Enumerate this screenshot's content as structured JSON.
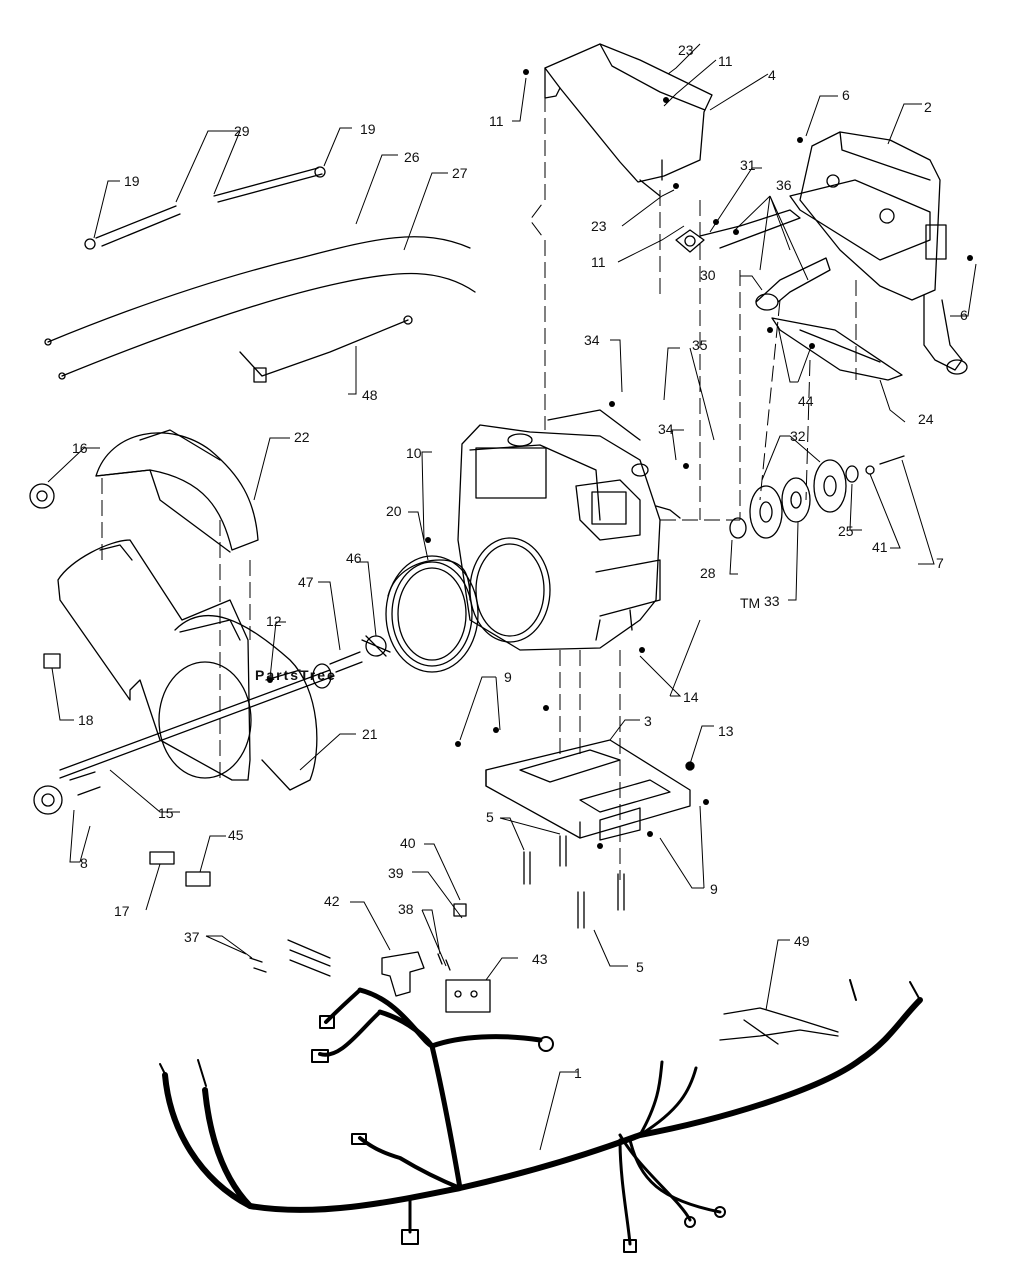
{
  "watermark": {
    "text": "PartsTree",
    "trademark": "TM"
  },
  "callouts": {
    "c1": "1",
    "c2": "2",
    "c3": "3",
    "c4": "4",
    "c5": "5",
    "c6": "6",
    "c7": "7",
    "c8": "8",
    "c9": "9",
    "c10": "10",
    "c11": "11",
    "c12": "12",
    "c13": "13",
    "c14": "14",
    "c15": "15",
    "c16": "16",
    "c17": "17",
    "c18": "18",
    "c19": "19",
    "c20": "20",
    "c21": "21",
    "c22": "22",
    "c23": "23",
    "c24": "24",
    "c25": "25",
    "c26": "26",
    "c27": "27",
    "c28": "28",
    "c29": "29",
    "c30": "30",
    "c31": "31",
    "c32": "32",
    "c33": "33",
    "c34": "34",
    "c35": "35",
    "c36": "36",
    "c37": "37",
    "c38": "38",
    "c39": "39",
    "c40": "40",
    "c41": "41",
    "c42": "42",
    "c43": "43",
    "c44": "44",
    "c45": "45",
    "c46": "46",
    "c47": "47",
    "c48": "48",
    "c49": "49"
  }
}
